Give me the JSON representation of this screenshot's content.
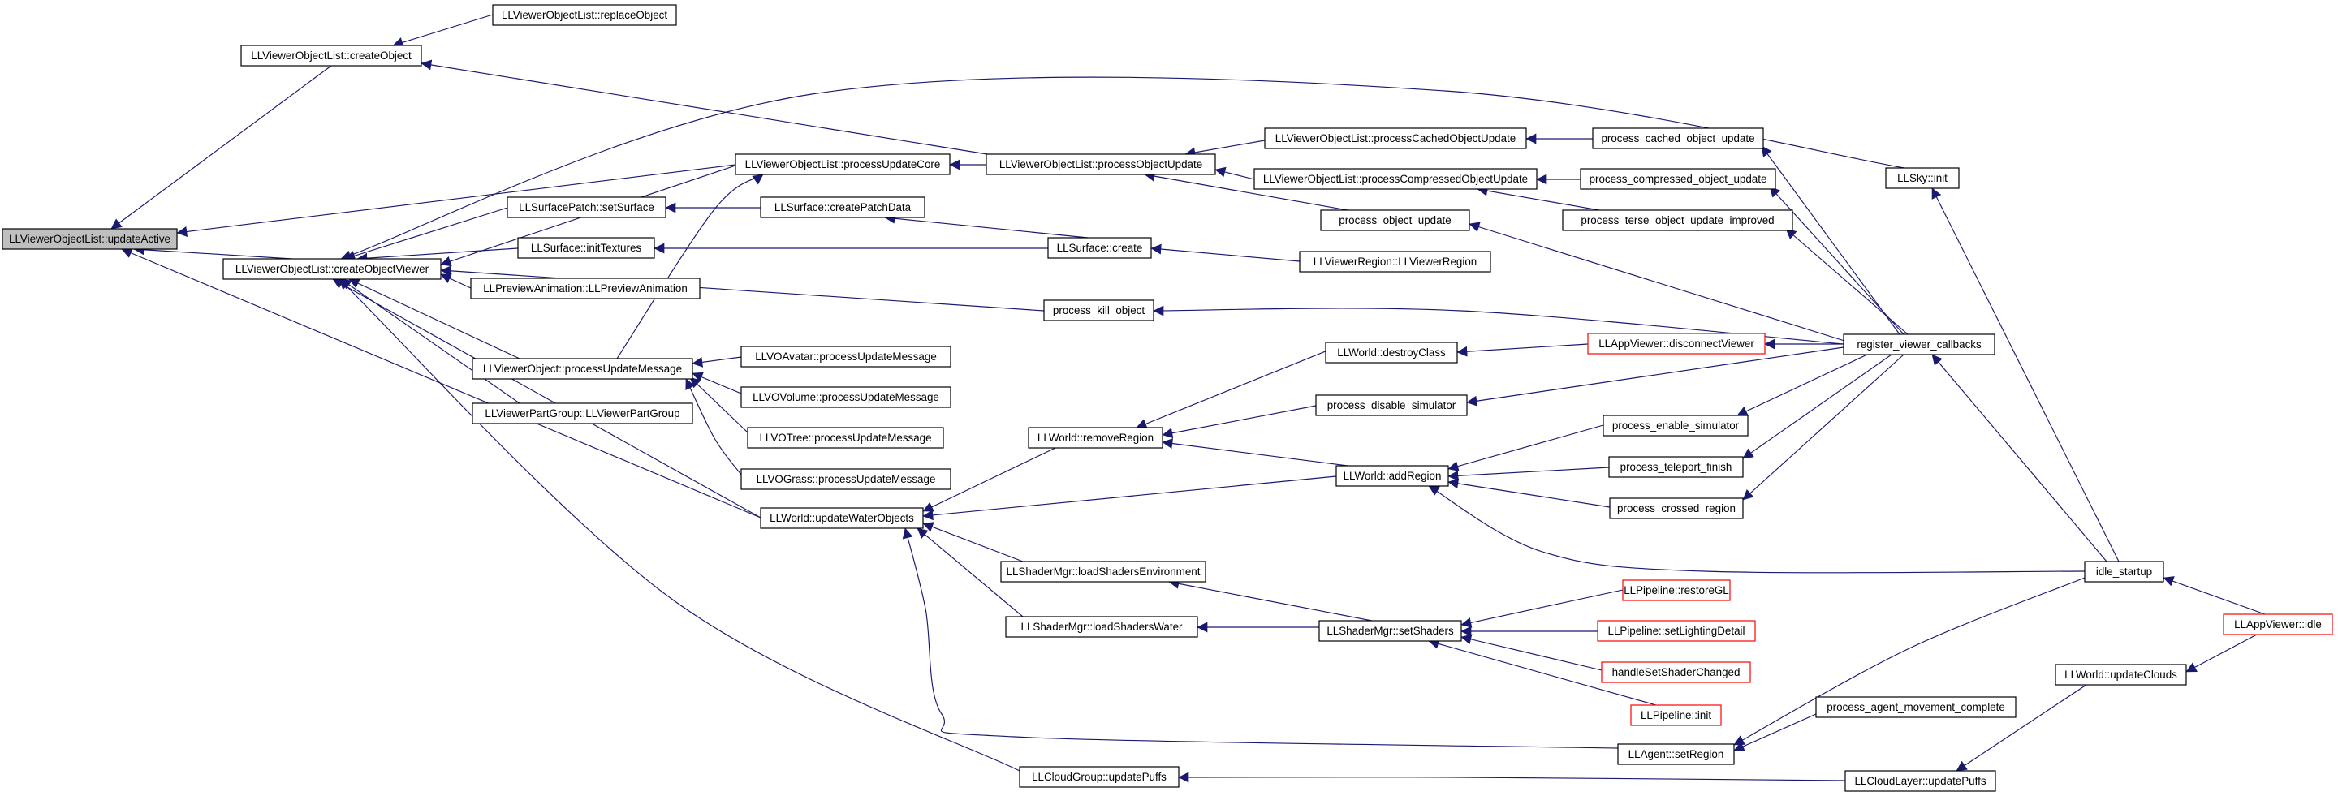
{
  "colors": {
    "edge": "#191970",
    "node_border": "#000000",
    "node_border_truncated": "#ff0000",
    "node_fill": "#ffffff",
    "root_fill": "#bfbfbf",
    "text": "#000000"
  },
  "root": "LLViewerObjectList::updateActive",
  "nodes": [
    {
      "id": "n_updateActive",
      "label": "LLViewerObjectList::updateActive",
      "style": "root"
    },
    {
      "id": "n_createObject",
      "label": "LLViewerObjectList::createObject",
      "style": "normal"
    },
    {
      "id": "n_replaceObject",
      "label": "LLViewerObjectList::replaceObject",
      "style": "normal"
    },
    {
      "id": "n_createObjectViewer",
      "label": "LLViewerObjectList::createObjectViewer",
      "style": "normal"
    },
    {
      "id": "n_processUpdateCore",
      "label": "LLViewerObjectList::processUpdateCore",
      "style": "normal"
    },
    {
      "id": "n_processObjectUpdate",
      "label": "LLViewerObjectList::processObjectUpdate",
      "style": "normal"
    },
    {
      "id": "n_processCachedObjectUpdate",
      "label": "LLViewerObjectList::processCachedObjectUpdate",
      "style": "normal"
    },
    {
      "id": "n_process_cached_object_update",
      "label": "process_cached_object_update",
      "style": "normal"
    },
    {
      "id": "n_processCompressedObjectUpdate",
      "label": "LLViewerObjectList::processCompressedObjectUpdate",
      "style": "normal"
    },
    {
      "id": "n_process_compressed_object_update",
      "label": "process_compressed_object_update",
      "style": "normal"
    },
    {
      "id": "n_process_terse_object_update_improved",
      "label": "process_terse_object_update_improved",
      "style": "normal"
    },
    {
      "id": "n_process_object_update",
      "label": "process_object_update",
      "style": "normal"
    },
    {
      "id": "n_setSurface",
      "label": "LLSurfacePatch::setSurface",
      "style": "normal"
    },
    {
      "id": "n_createPatchData",
      "label": "LLSurface::createPatchData",
      "style": "normal"
    },
    {
      "id": "n_initTextures",
      "label": "LLSurface::initTextures",
      "style": "normal"
    },
    {
      "id": "n_LLSurface_create",
      "label": "LLSurface::create",
      "style": "normal"
    },
    {
      "id": "n_LLViewerRegion",
      "label": "LLViewerRegion::LLViewerRegion",
      "style": "normal"
    },
    {
      "id": "n_LLPreviewAnimation",
      "label": "LLPreviewAnimation::LLPreviewAnimation",
      "style": "normal"
    },
    {
      "id": "n_process_kill_object",
      "label": "process_kill_object",
      "style": "normal"
    },
    {
      "id": "n_register_viewer_callbacks",
      "label": "register_viewer_callbacks",
      "style": "normal"
    },
    {
      "id": "n_LLSky_init",
      "label": "LLSky::init",
      "style": "normal"
    },
    {
      "id": "n_processUpdateMessage",
      "label": "LLViewerObject::processUpdateMessage",
      "style": "normal"
    },
    {
      "id": "n_LLVOAvatar_pum",
      "label": "LLVOAvatar::processUpdateMessage",
      "style": "normal"
    },
    {
      "id": "n_LLVOVolume_pum",
      "label": "LLVOVolume::processUpdateMessage",
      "style": "normal"
    },
    {
      "id": "n_LLVOTree_pum",
      "label": "LLVOTree::processUpdateMessage",
      "style": "normal"
    },
    {
      "id": "n_LLVOGrass_pum",
      "label": "LLVOGrass::processUpdateMessage",
      "style": "normal"
    },
    {
      "id": "n_LLViewerPartGroup",
      "label": "LLViewerPartGroup::LLViewerPartGroup",
      "style": "normal"
    },
    {
      "id": "n_destroyClass",
      "label": "LLWorld::destroyClass",
      "style": "normal"
    },
    {
      "id": "n_disconnectViewer",
      "label": "LLAppViewer::disconnectViewer",
      "style": "truncated"
    },
    {
      "id": "n_process_disable_simulator",
      "label": "process_disable_simulator",
      "style": "normal"
    },
    {
      "id": "n_removeRegion",
      "label": "LLWorld::removeRegion",
      "style": "normal"
    },
    {
      "id": "n_process_enable_simulator",
      "label": "process_enable_simulator",
      "style": "normal"
    },
    {
      "id": "n_addRegion",
      "label": "LLWorld::addRegion",
      "style": "normal"
    },
    {
      "id": "n_process_teleport_finish",
      "label": "process_teleport_finish",
      "style": "normal"
    },
    {
      "id": "n_process_crossed_region",
      "label": "process_crossed_region",
      "style": "normal"
    },
    {
      "id": "n_updateWaterObjects",
      "label": "LLWorld::updateWaterObjects",
      "style": "normal"
    },
    {
      "id": "n_loadShadersEnvironment",
      "label": "LLShaderMgr::loadShadersEnvironment",
      "style": "normal"
    },
    {
      "id": "n_restoreGL",
      "label": "LLPipeline::restoreGL",
      "style": "truncated"
    },
    {
      "id": "n_setLightingDetail",
      "label": "LLPipeline::setLightingDetail",
      "style": "truncated"
    },
    {
      "id": "n_loadShadersWater",
      "label": "LLShaderMgr::loadShadersWater",
      "style": "normal"
    },
    {
      "id": "n_setShaders",
      "label": "LLShaderMgr::setShaders",
      "style": "normal"
    },
    {
      "id": "n_handleSetShaderChanged",
      "label": "handleSetShaderChanged",
      "style": "truncated"
    },
    {
      "id": "n_idle_startup",
      "label": "idle_startup",
      "style": "normal"
    },
    {
      "id": "n_LLAppViewer_idle",
      "label": "LLAppViewer::idle",
      "style": "truncated"
    },
    {
      "id": "n_LLPipeline_init",
      "label": "LLPipeline::init",
      "style": "truncated"
    },
    {
      "id": "n_process_agent_movement_complete",
      "label": "process_agent_movement_complete",
      "style": "normal"
    },
    {
      "id": "n_LLWorld_updateClouds",
      "label": "LLWorld::updateClouds",
      "style": "normal"
    },
    {
      "id": "n_setRegion",
      "label": "LLAgent::setRegion",
      "style": "normal"
    },
    {
      "id": "n_LLCloudGroup_updatePuffs",
      "label": "LLCloudGroup::updatePuffs",
      "style": "normal"
    },
    {
      "id": "n_LLCloudLayer_updatePuffs",
      "label": "LLCloudLayer::updatePuffs",
      "style": "normal"
    }
  ],
  "edges": [
    {
      "from": "n_createObject",
      "to": "n_updateActive"
    },
    {
      "from": "n_processUpdateCore",
      "to": "n_updateActive"
    },
    {
      "from": "n_createObjectViewer",
      "to": "n_updateActive"
    },
    {
      "from": "n_updateWaterObjects",
      "to": "n_updateActive"
    },
    {
      "from": "n_replaceObject",
      "to": "n_createObject"
    },
    {
      "from": "n_processObjectUpdate",
      "to": "n_createObject"
    },
    {
      "from": "n_LLSky_init",
      "to": "n_createObjectViewer"
    },
    {
      "from": "n_processUpdateCore",
      "to": "n_createObjectViewer"
    },
    {
      "from": "n_setSurface",
      "to": "n_createObjectViewer"
    },
    {
      "from": "n_initTextures",
      "to": "n_createObjectViewer"
    },
    {
      "from": "n_LLPreviewAnimation",
      "to": "n_createObjectViewer"
    },
    {
      "from": "n_process_kill_object",
      "to": "n_createObjectViewer"
    },
    {
      "from": "n_processUpdateMessage",
      "to": "n_createObjectViewer"
    },
    {
      "from": "n_LLViewerPartGroup",
      "to": "n_createObjectViewer"
    },
    {
      "from": "n_updateWaterObjects",
      "to": "n_createObjectViewer"
    },
    {
      "from": "n_LLCloudGroup_updatePuffs",
      "to": "n_createObjectViewer"
    },
    {
      "from": "n_processObjectUpdate",
      "to": "n_processUpdateCore"
    },
    {
      "from": "n_processUpdateMessage",
      "to": "n_processUpdateCore"
    },
    {
      "from": "n_processCachedObjectUpdate",
      "to": "n_processObjectUpdate"
    },
    {
      "from": "n_processCompressedObjectUpdate",
      "to": "n_processObjectUpdate"
    },
    {
      "from": "n_process_object_update",
      "to": "n_processObjectUpdate"
    },
    {
      "from": "n_process_cached_object_update",
      "to": "n_processCachedObjectUpdate"
    },
    {
      "from": "n_process_compressed_object_update",
      "to": "n_processCompressedObjectUpdate"
    },
    {
      "from": "n_process_terse_object_update_improved",
      "to": "n_processCompressedObjectUpdate"
    },
    {
      "from": "n_register_viewer_callbacks",
      "to": "n_process_cached_object_update"
    },
    {
      "from": "n_register_viewer_callbacks",
      "to": "n_process_compressed_object_update"
    },
    {
      "from": "n_register_viewer_callbacks",
      "to": "n_process_terse_object_update_improved"
    },
    {
      "from": "n_register_viewer_callbacks",
      "to": "n_process_object_update"
    },
    {
      "from": "n_register_viewer_callbacks",
      "to": "n_process_kill_object"
    },
    {
      "from": "n_register_viewer_callbacks",
      "to": "n_disconnectViewer"
    },
    {
      "from": "n_register_viewer_callbacks",
      "to": "n_process_disable_simulator"
    },
    {
      "from": "n_register_viewer_callbacks",
      "to": "n_process_enable_simulator"
    },
    {
      "from": "n_register_viewer_callbacks",
      "to": "n_process_teleport_finish"
    },
    {
      "from": "n_register_viewer_callbacks",
      "to": "n_process_crossed_region"
    },
    {
      "from": "n_idle_startup",
      "to": "n_register_viewer_callbacks"
    },
    {
      "from": "n_idle_startup",
      "to": "n_LLSky_init"
    },
    {
      "from": "n_idle_startup",
      "to": "n_addRegion"
    },
    {
      "from": "n_LLAppViewer_idle",
      "to": "n_idle_startup"
    },
    {
      "from": "n_LLAppViewer_idle",
      "to": "n_LLWorld_updateClouds"
    },
    {
      "from": "n_createPatchData",
      "to": "n_setSurface"
    },
    {
      "from": "n_LLSurface_create",
      "to": "n_createPatchData"
    },
    {
      "from": "n_LLSurface_create",
      "to": "n_initTextures"
    },
    {
      "from": "n_LLViewerRegion",
      "to": "n_LLSurface_create"
    },
    {
      "from": "n_LLVOAvatar_pum",
      "to": "n_processUpdateMessage"
    },
    {
      "from": "n_LLVOVolume_pum",
      "to": "n_processUpdateMessage"
    },
    {
      "from": "n_LLVOTree_pum",
      "to": "n_processUpdateMessage"
    },
    {
      "from": "n_LLVOGrass_pum",
      "to": "n_processUpdateMessage"
    },
    {
      "from": "n_removeRegion",
      "to": "n_updateWaterObjects"
    },
    {
      "from": "n_addRegion",
      "to": "n_updateWaterObjects"
    },
    {
      "from": "n_loadShadersEnvironment",
      "to": "n_updateWaterObjects"
    },
    {
      "from": "n_loadShadersWater",
      "to": "n_updateWaterObjects"
    },
    {
      "from": "n_setRegion",
      "to": "n_updateWaterObjects"
    },
    {
      "from": "n_destroyClass",
      "to": "n_removeRegion"
    },
    {
      "from": "n_process_disable_simulator",
      "to": "n_removeRegion"
    },
    {
      "from": "n_addRegion",
      "to": "n_removeRegion"
    },
    {
      "from": "n_disconnectViewer",
      "to": "n_destroyClass"
    },
    {
      "from": "n_process_enable_simulator",
      "to": "n_addRegion"
    },
    {
      "from": "n_process_teleport_finish",
      "to": "n_addRegion"
    },
    {
      "from": "n_process_crossed_region",
      "to": "n_addRegion"
    },
    {
      "from": "n_setShaders",
      "to": "n_loadShadersEnvironment"
    },
    {
      "from": "n_setShaders",
      "to": "n_loadShadersWater"
    },
    {
      "from": "n_restoreGL",
      "to": "n_setShaders"
    },
    {
      "from": "n_setLightingDetail",
      "to": "n_setShaders"
    },
    {
      "from": "n_handleSetShaderChanged",
      "to": "n_setShaders"
    },
    {
      "from": "n_LLPipeline_init",
      "to": "n_setShaders"
    },
    {
      "from": "n_process_agent_movement_complete",
      "to": "n_setRegion"
    },
    {
      "from": "n_idle_startup",
      "to": "n_setRegion"
    },
    {
      "from": "n_LLCloudLayer_updatePuffs",
      "to": "n_LLCloudGroup_updatePuffs"
    },
    {
      "from": "n_LLWorld_updateClouds",
      "to": "n_LLCloudLayer_updatePuffs"
    }
  ]
}
